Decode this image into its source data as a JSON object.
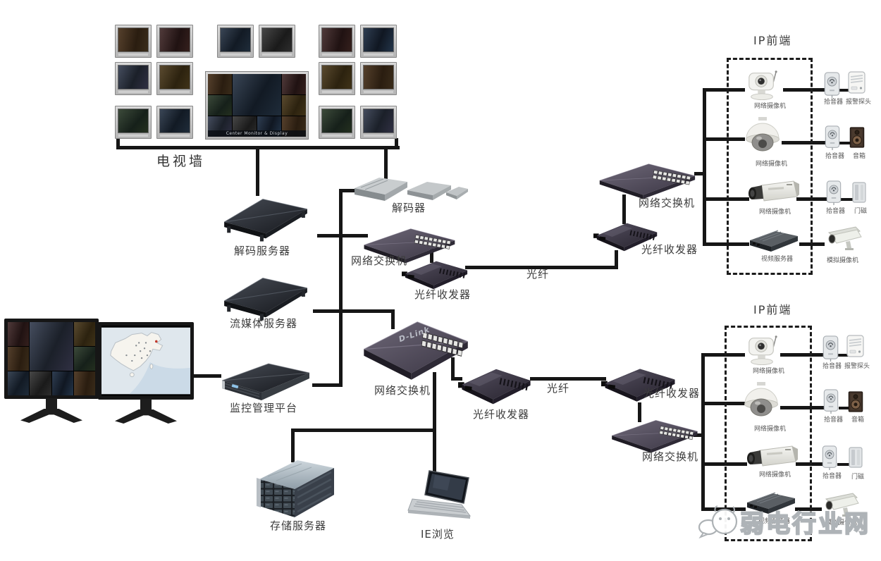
{
  "tv_wall": {
    "label": "电视墙",
    "center_monitor_caption": "Center Monitor & Display"
  },
  "core": {
    "decoder": "解码器",
    "decode_server": "解码服务器",
    "stream_media_server": "流媒体服务器",
    "monitor_mgmt_platform": "监控管理平台",
    "storage_server": "存储服务器",
    "ie_browse": "IE浏览",
    "network_switch": "网络交换机",
    "fiber_transceiver": "光纤收发器",
    "fiber": "光纤",
    "switch_brand": "D-Link"
  },
  "ip_frontend": {
    "title": "IP前端",
    "network_camera": "网络摄像机",
    "audio_pickup": "拾音器",
    "alarm_detector": "报警探头",
    "speaker": "音箱",
    "door_contact": "门磁",
    "video_server": "视频服务器",
    "analog_camera": "模拟摄像机"
  },
  "watermark": {
    "site_name": "弱电行业网"
  },
  "colors": {
    "line": "#161616",
    "label": "#3c3c3c",
    "background": "#ffffff",
    "dashed_box": "#1c1c1c"
  }
}
